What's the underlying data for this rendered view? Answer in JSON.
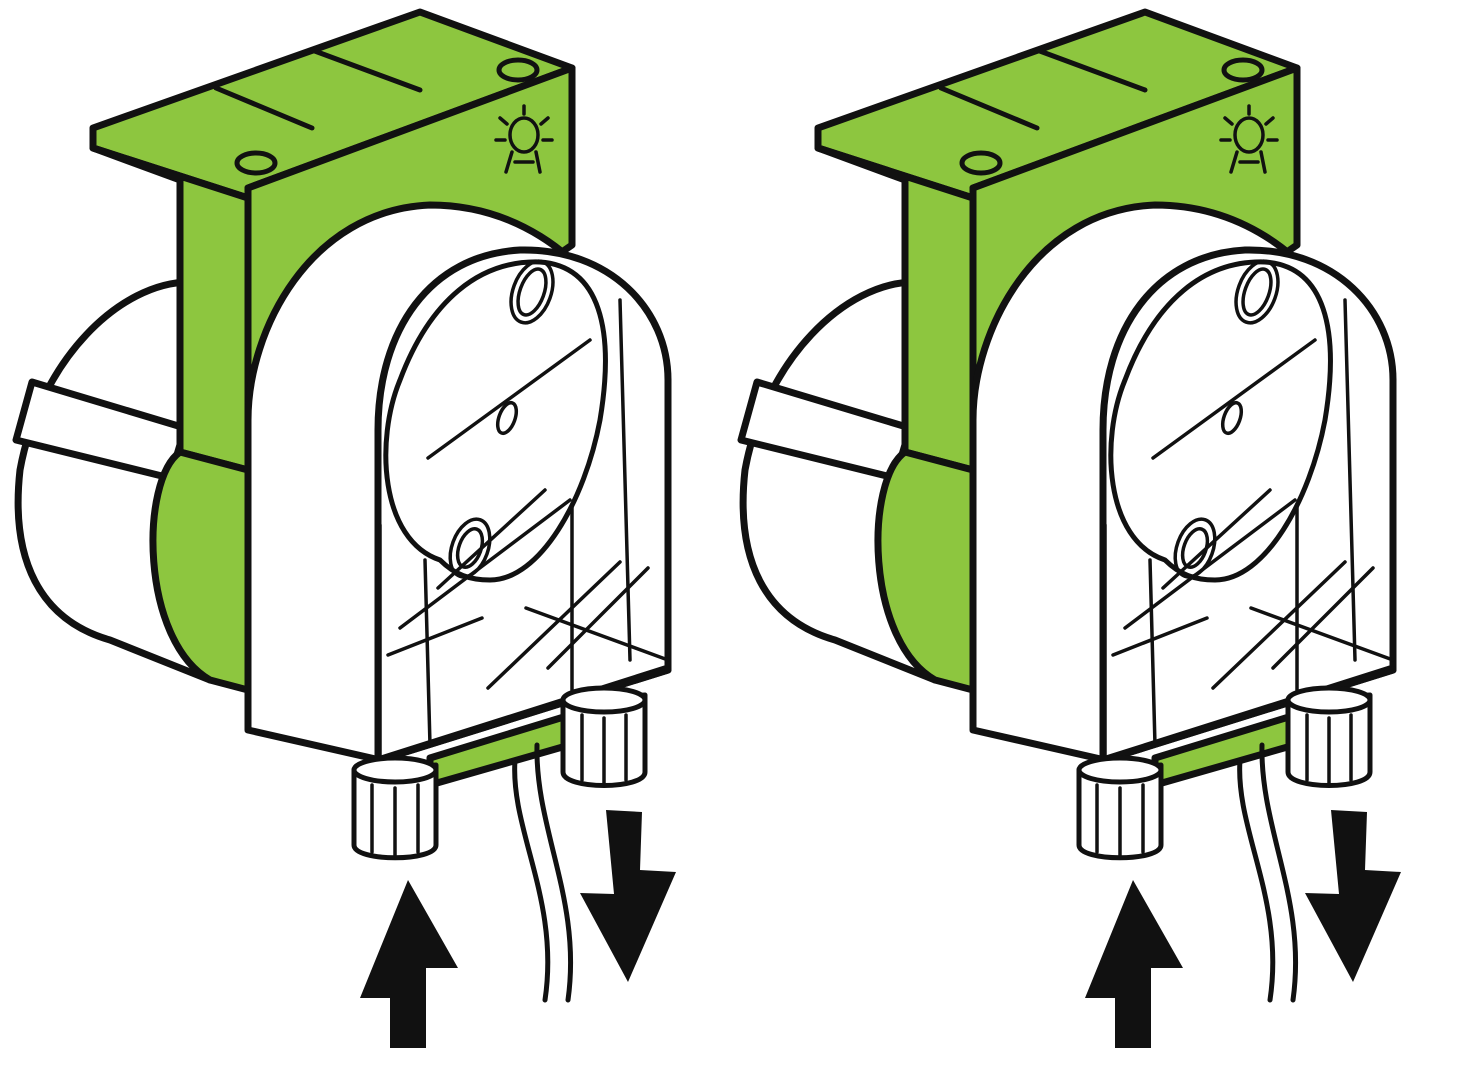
{
  "colors": {
    "housing": "#8dc63f",
    "outline": "#111111",
    "cover": "#ffffff",
    "arrow": "#111111",
    "background": "#ffffff"
  },
  "pumps": [
    {
      "id": "pump-1",
      "icon": "light-bulb-icon",
      "inlet_arrow": "up",
      "outlet_arrow": "down"
    },
    {
      "id": "pump-2",
      "icon": "light-bulb-icon",
      "inlet_arrow": "up",
      "outlet_arrow": "down"
    }
  ]
}
